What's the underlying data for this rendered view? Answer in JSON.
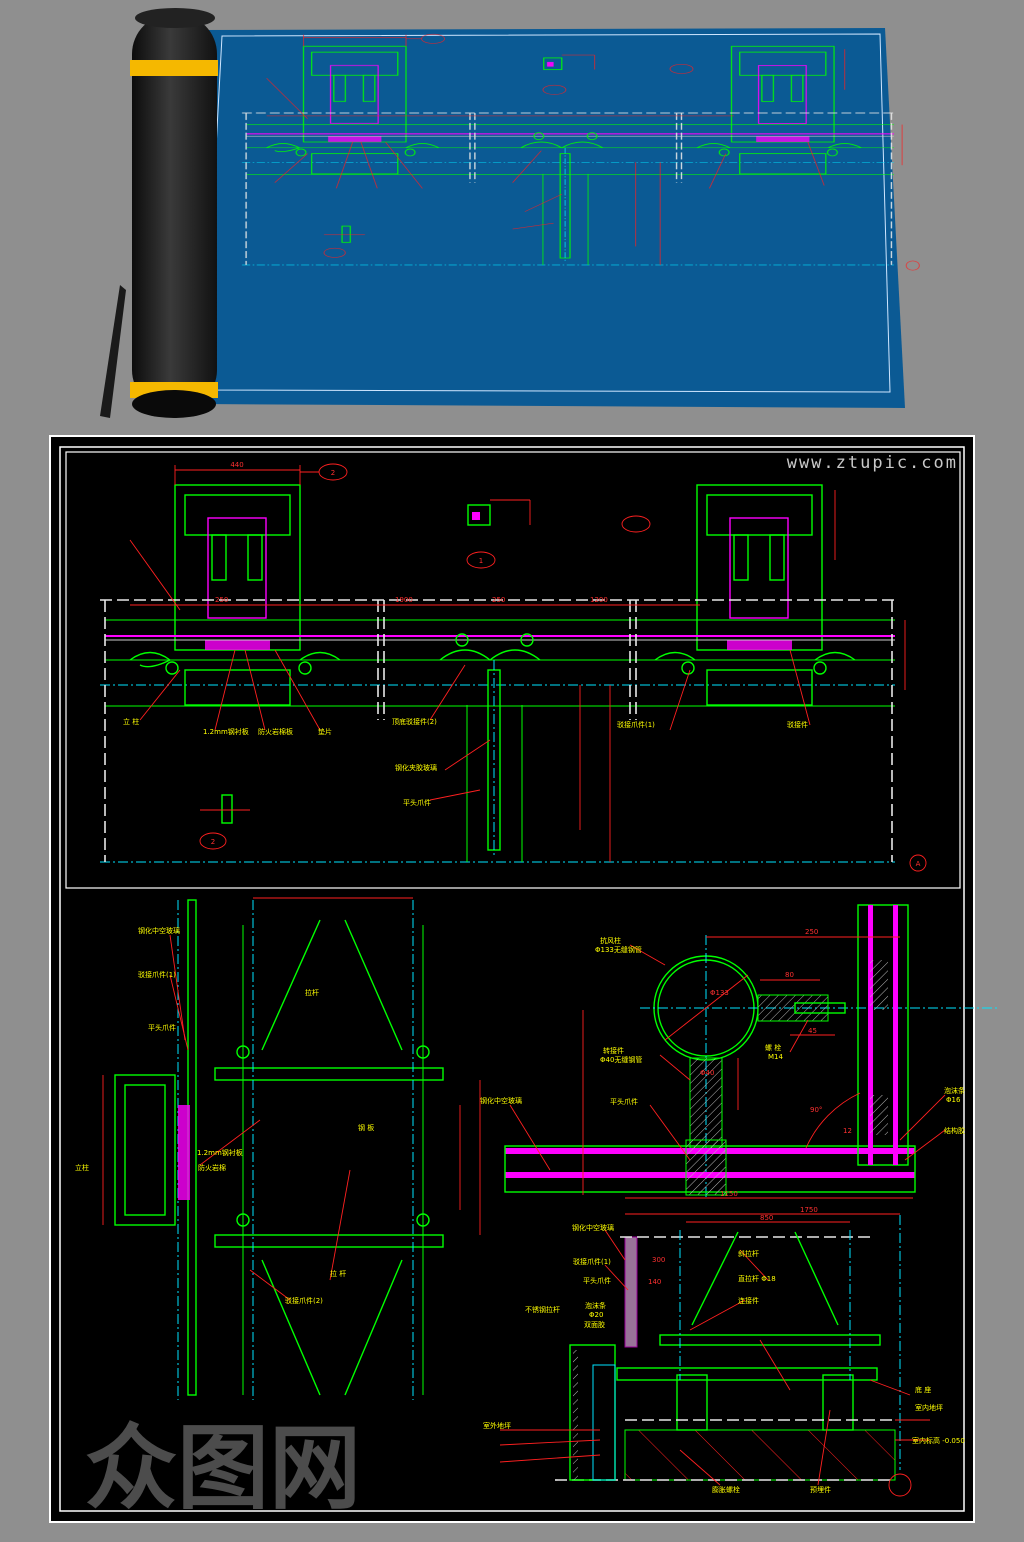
{
  "watermark": "www.ztupic.com",
  "logo_text": "众图网",
  "colors": {
    "background": "#8c8c8c",
    "blueprint": "#0b5a94",
    "cad_bg": "#000000",
    "line_green": "#00ff00",
    "line_magenta": "#ff00ff",
    "dim_red": "#ff2020",
    "axis_cyan": "#00e5ff",
    "text_yellow": "#ffff00"
  },
  "plan_view": {
    "markers": [
      "2",
      "1",
      "2",
      "A"
    ],
    "labels": [
      "立 柱",
      "1.2mm钢衬板",
      "防火岩棉板",
      "垫片",
      "顶底驳接件(2)",
      "钢化夹胶玻璃",
      "平头爪件",
      "驳接爪件(1)",
      "驳接件"
    ],
    "dims": [
      "440",
      "250",
      "1900",
      "250",
      "1200"
    ]
  },
  "section_detail": {
    "labels": {
      "wind_column": "抗风柱",
      "wind_column_spec": "Φ133无缝钢管",
      "bolt": "螺 栓",
      "bolt_spec": "M14",
      "adapter": "转接件",
      "adapter_spec": "Φ40无缝钢管",
      "flat_claw": "平头爪件",
      "foam": "泡沫条",
      "foam_spec": "Φ16",
      "sealant": "结构胶",
      "glass": "钢化中空玻璃"
    },
    "dims": {
      "d250": "250",
      "d80": "80",
      "d45": "45",
      "d40": "Φ40",
      "d133": "Φ133",
      "d90": "90°",
      "d12": "12",
      "d1150": "1150"
    }
  },
  "elevation_left": {
    "labels": [
      "钢化中空玻璃",
      "驳接爪件(1)",
      "平头爪件",
      "拉杆",
      "1.2mm钢衬板",
      "防火岩棉",
      "驳接爪件(2)",
      "钢 板",
      "立柱",
      "拉 杆"
    ]
  },
  "base_detail": {
    "labels": [
      "钢化中空玻璃",
      "驳接爪件(1)",
      "平头爪件",
      "泡沫条",
      "Φ20",
      "双面胶",
      "不锈钢拉杆",
      "斜拉杆",
      "直拉杆 Φ18",
      "连接件",
      "底 座",
      "预埋件",
      "膨胀螺栓",
      "室外地坪",
      "室内地坪",
      "室内标高 -0.050"
    ],
    "dims": {
      "total": "1750",
      "span": "850",
      "d300": "300",
      "d140": "140"
    }
  }
}
